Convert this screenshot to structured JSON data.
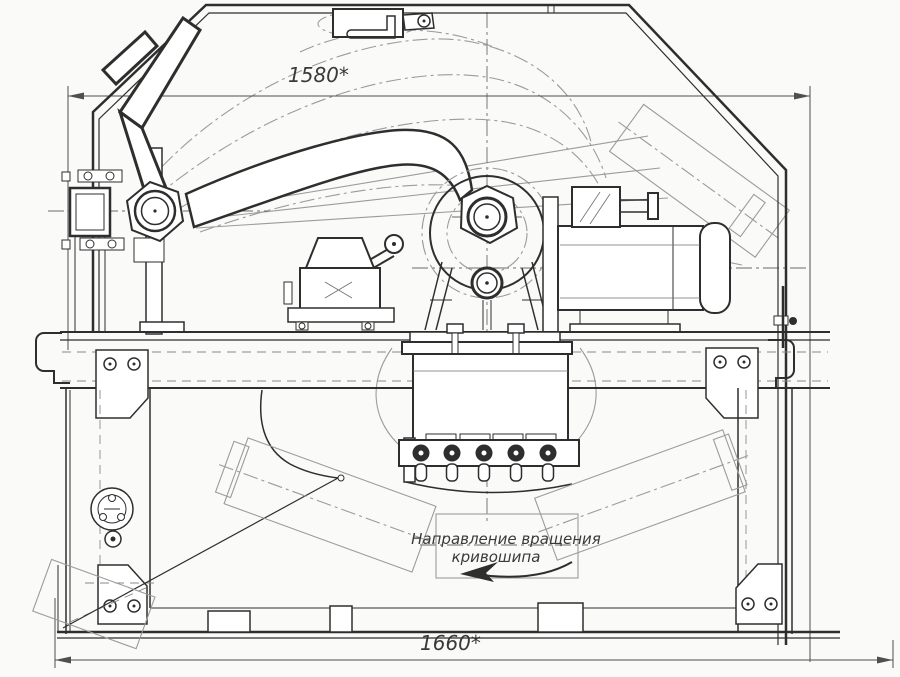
{
  "drawing": {
    "labels": {
      "top_dimension": "1580*",
      "bottom_dimension": "1660*",
      "rotation_note_line1": "Направление вращения",
      "rotation_note_line2": "кривошипа"
    },
    "colors": {
      "background": "#fafaf8",
      "line": "#2e2e2e",
      "phantom": "#9b9b9b",
      "dimension": "#4f4f4f",
      "annotation": "#3a3a3a"
    }
  }
}
